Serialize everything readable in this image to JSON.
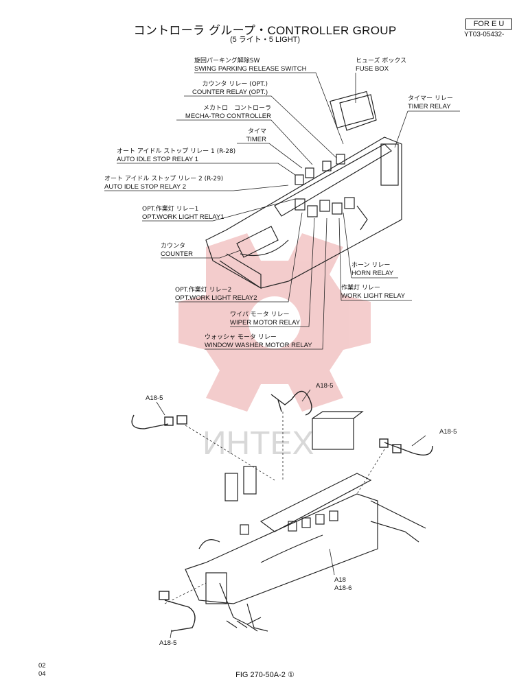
{
  "header": {
    "title_ja": "コントローラ グループ・",
    "title_en": "CONTROLLER GROUP",
    "subtitle": "(5 ライト・5 LIGHT)",
    "badge": "FOR E U",
    "doc_number": "YT03-05432-"
  },
  "labels": {
    "swing_parking_ja": "旋回パーキング解除SW",
    "swing_parking_en": "SWING PARKING RELEASE SWITCH",
    "counter_relay_ja": "カウンタ リレー (OPT.)",
    "counter_relay_en": "COUNTER RELAY (OPT.)",
    "mechatro_ja": "メカトロ　コントローラ",
    "mechatro_en": "MECHA-TRO CONTROLLER",
    "timer_ja": "タイマ",
    "timer_en": "TIMER",
    "aisr1_ja": "オート アイドル ストップ リレー 1 (R-28)",
    "aisr1_en": "AUTO IDLE STOP RELAY 1",
    "aisr2_ja": "オート アイドル ストップ リレー 2 (R-29)",
    "aisr2_en": "AUTO IDLE STOP RELAY 2",
    "owl1_ja": "OPT.作業灯 リレー1",
    "owl1_en": "OPT.WORK LIGHT RELAY1",
    "counter_ja": "カウンタ",
    "counter_en": "COUNTER",
    "owl2_ja": "OPT.作業灯 リレー2",
    "owl2_en": "OPT.WORK LIGHT RELAY2",
    "wiper_ja": "ワイパ モータ リレー",
    "wiper_en": "WIPER MOTOR RELAY",
    "washer_ja": "ウォッシャ モータ リレー",
    "washer_en": "WINDOW WASHER MOTOR RELAY",
    "fuse_ja": "ヒューズ ボックス",
    "fuse_en": "FUSE BOX",
    "timer_relay_ja": "タイマー リレー",
    "timer_relay_en": "TIMER RELAY",
    "horn_ja": "ホーン リレー",
    "horn_en": "HORN RELAY",
    "work_light_ja": "作業灯 リレー",
    "work_light_en": "WORK LIGHT RELAY"
  },
  "callouts": {
    "top_harness": "A18-5",
    "left_harness": "A18-5",
    "right_harness": "A18-5",
    "bottom_harness": "A18-5",
    "main_a18": "A18",
    "main_a18_6": "A18-6"
  },
  "watermark": "ИНТЕХ",
  "footer": {
    "figure": "FIG 270-50A-2 ①",
    "code_1": "02",
    "code_2": "04"
  }
}
